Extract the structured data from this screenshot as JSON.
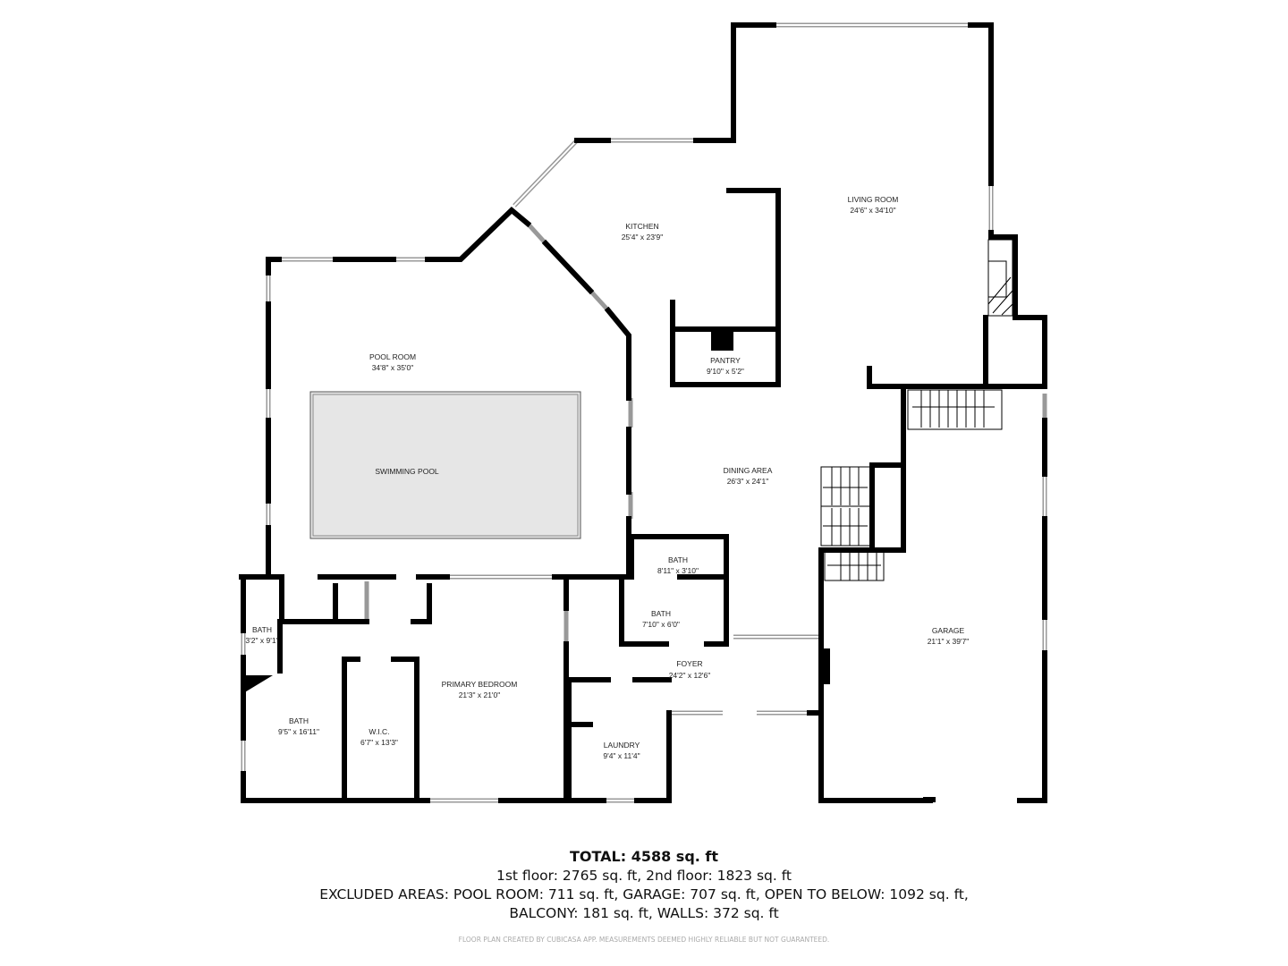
{
  "rooms": [
    {
      "name": "LIVING ROOM",
      "size": "24'6\" x 34'10\""
    },
    {
      "name": "KITCHEN",
      "size": "25'4\" x 23'9\""
    },
    {
      "name": "PANTRY",
      "size": "9'10\" x 5'2\""
    },
    {
      "name": "POOL ROOM",
      "size": "34'8\" x 35'0\""
    },
    {
      "name": "SWIMMING POOL",
      "size": ""
    },
    {
      "name": "DINING AREA",
      "size": "26'3\" x 24'1\""
    },
    {
      "name": "BATH",
      "size": "8'11\" x 3'10\""
    },
    {
      "name": "BATH",
      "size": "7'10\" x 6'0\""
    },
    {
      "name": "GARAGE",
      "size": "21'1\" x 39'7\""
    },
    {
      "name": "FOYER",
      "size": "24'2\" x 12'6\""
    },
    {
      "name": "PRIMARY BEDROOM",
      "size": "21'3\" x 21'0\""
    },
    {
      "name": "LAUNDRY",
      "size": "9'4\" x 11'4\""
    },
    {
      "name": "W.I.C.",
      "size": "6'7\" x 13'3\""
    },
    {
      "name": "BATH",
      "size": "9'5\" x 16'11\""
    },
    {
      "name": "BATH",
      "size": "3'2\" x 9'1\""
    }
  ],
  "summary": {
    "total": "TOTAL: 4588 sq. ft",
    "floors": "1st floor: 2765 sq. ft, 2nd floor: 1823 sq. ft",
    "excluded_1": "EXCLUDED AREAS: POOL ROOM: 711 sq. ft, GARAGE: 707 sq. ft, OPEN TO BELOW: 1092 sq. ft,",
    "excluded_2": "BALCONY: 181 sq. ft, WALLS: 372 sq. ft",
    "disclaimer": "FLOOR PLAN CREATED BY CUBICASA APP. MEASUREMENTS DEEMED HIGHLY RELIABLE BUT NOT GUARANTEED."
  },
  "colors": {
    "wall": "#000000",
    "pool": "#e6e6e6",
    "window": "#999999"
  }
}
